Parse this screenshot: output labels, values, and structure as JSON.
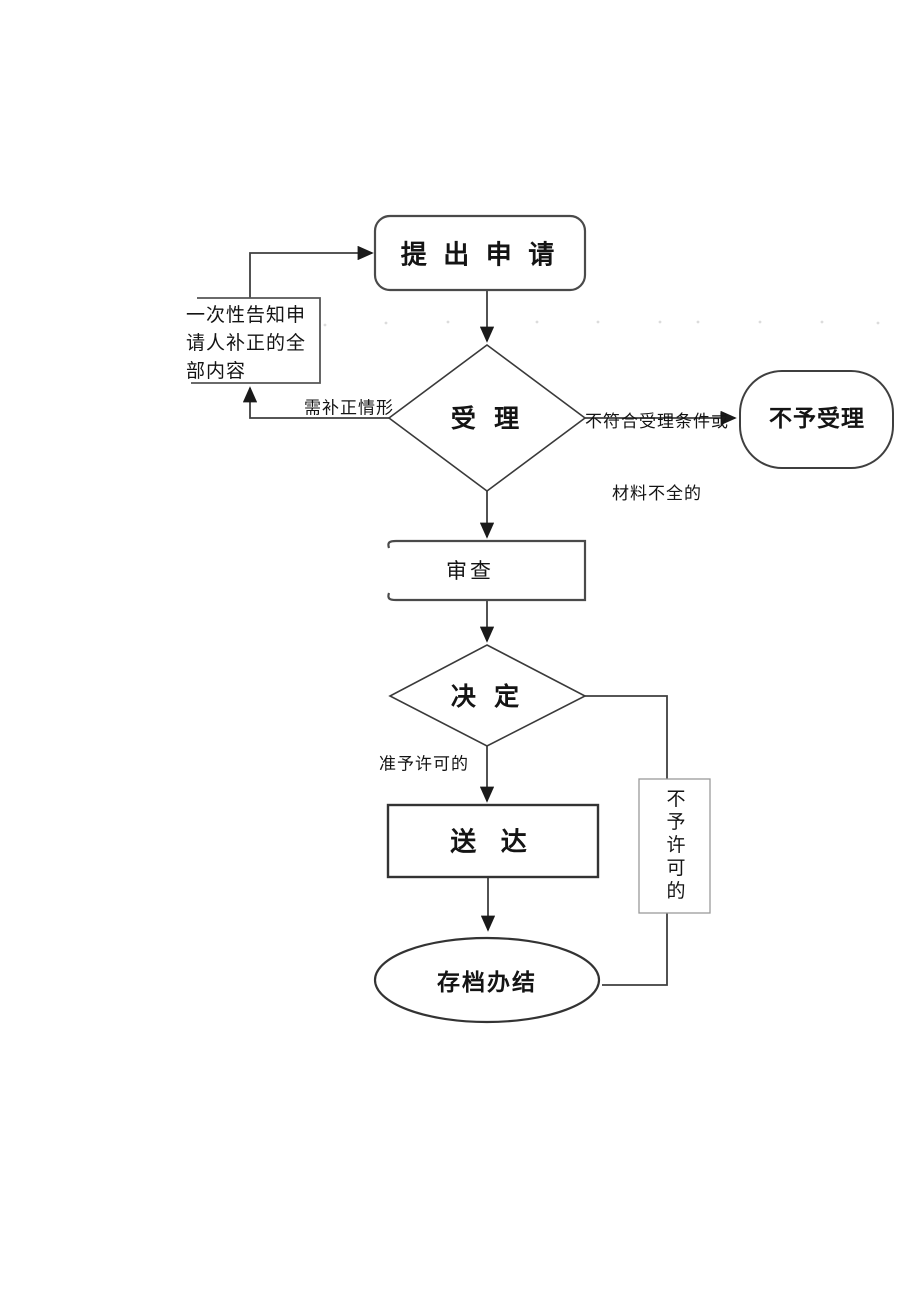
{
  "flowchart": {
    "nodes": {
      "apply": {
        "label": "提 出 申 请",
        "shape": "rounded-rectangle"
      },
      "accept": {
        "label": "受 理",
        "shape": "diamond"
      },
      "notify": {
        "lines": [
          "一次性告知申",
          "请人补正的全",
          "部内容"
        ],
        "shape": "open-left-rectangle"
      },
      "reject": {
        "label": "不予受理",
        "shape": "terminator"
      },
      "review": {
        "label": "审查",
        "shape": "rectangle"
      },
      "decide": {
        "label": "决 定",
        "shape": "diamond"
      },
      "deliver": {
        "label": "送 达",
        "shape": "rectangle"
      },
      "deny": {
        "label": "不予许可的",
        "shape": "rectangle-vertical-text"
      },
      "archive": {
        "label": "存档办结",
        "shape": "ellipse"
      }
    },
    "edge_labels": {
      "need_correction": "需补正情形",
      "reject_condition": [
        "不符合受理条件或",
        "材料不全的"
      ],
      "granted": "准予许可的"
    },
    "colors": {
      "line": "#3f3f3f",
      "text": "#141414",
      "deny_border": "#9a9a9a",
      "background": "#ffffff"
    }
  }
}
